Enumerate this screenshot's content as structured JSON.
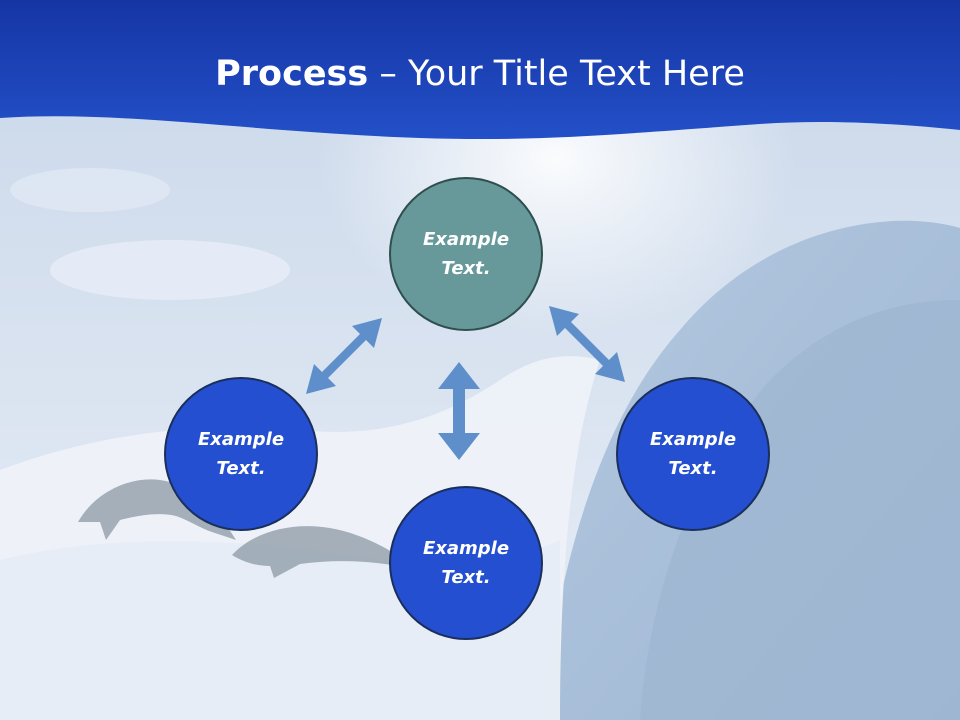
{
  "title": {
    "bold": "Process",
    "rest": " – Your Title Text Here"
  },
  "nodes": {
    "top": "Example Text.",
    "left": "Example Text.",
    "right": "Example Text.",
    "bottom": "Example Text."
  },
  "colors": {
    "header_blue": "#1d3fb0",
    "top_circle": "#67999b",
    "blue_circle": "#234fd0",
    "arrow": "#5e8fca"
  }
}
